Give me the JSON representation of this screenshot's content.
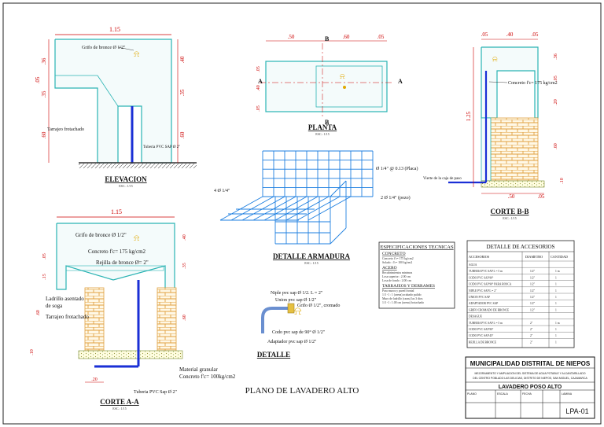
{
  "elevacion": {
    "title": "ELEVACION",
    "scale": "ESC.: 1/15",
    "dim_top": "1.15",
    "dims_left": [
      ".36",
      ".05",
      ".35",
      ".60"
    ],
    "dims_right": [
      ".40",
      ".35",
      ".60"
    ],
    "label_grifo": "Grifo de bronce Ø 1/2\"",
    "label_tarrajeo": "Tarrajeo frotachado",
    "label_tuberia": "Tuberia PVC SAP Ø 2\""
  },
  "planta": {
    "title": "PLANTA",
    "scale": "ESC.: 1/15",
    "dims_top": [
      ".50",
      ".60",
      ".05"
    ],
    "dims_left": [
      ".05",
      ".40",
      ".05"
    ],
    "cut_a": "A",
    "cut_b": "B"
  },
  "corte_bb": {
    "title": "CORTE B-B",
    "scale": "ESC.: 1/15",
    "dims_top": [
      ".05",
      ".40",
      ".05"
    ],
    "dims_bottom": [
      ".50",
      ".05"
    ],
    "dims_left": [
      "1.25"
    ],
    "dims_right": [
      ".36",
      ".05",
      ".20",
      ".60",
      ".10"
    ],
    "label_concreto": "Concreto f'c= 175 kg/cm2",
    "label_vierte": "Vierte de la caja de paso"
  },
  "armadura": {
    "title": "DETALLE ARMADURA",
    "scale": "ESC.: 1/15",
    "label_placa": "Ø 1/4\" @ 0.13 (Placa)",
    "label_pozo": "2 Ø 1/4\" (pozo)",
    "label_left": "4 Ø 1/4\""
  },
  "corte_aa": {
    "title": "CORTE A-A",
    "scale": "ESC.: 1/15",
    "dim_top": "1.15",
    "dim_bottom": ".20",
    "dims_left": [
      ".05",
      ".15",
      ".60",
      ".10"
    ],
    "dims_right": [
      ".40",
      ".35",
      ".60"
    ],
    "label_grifo": "Grifo de bronce Ø 1/2\"",
    "label_concreto": "Concreto f'c= 175 kg/cm2",
    "label_rejilla": "Rejilla de bronce Ø= 2\"",
    "label_ladrillo_1": "Ladrillo asentado",
    "label_ladrillo_2": "de soga",
    "label_tarrajeo": "Tarrajeo frotachado",
    "label_material": "Material granular",
    "label_concreto2": "Concreto f'c= 100kg/cm2",
    "label_tuberia": "Tuberia PVC Sap Ø 2\""
  },
  "detalle": {
    "title": "DETALLE",
    "label_niple": "Niple pvc sap Ø 1/2. L = 2\"",
    "label_union": "Union pvc sap Ø 1/2\"",
    "label_grifo": "Grifo Ø 1/2\", cromado",
    "label_codo": "Codo pvc sap de 90° Ø 1/2\"",
    "label_adaptador": "Adaptador pvc sap Ø 1/2\""
  },
  "specs": {
    "title": "ESPECIFICACIONES TECNICAS",
    "concreto_h": "CONCRETO",
    "concreto_1": "Concreto f'c= 175 kg/cm2",
    "concreto_2": "Solado : f'c= 100 kg/cm2",
    "acero_h": "ACERO",
    "acero_1": "Recubrimientos minimos",
    "acero_2": "Losa superior : 2.00 cm",
    "acero_3": "Losa de fondo : 2.00 cm",
    "tarrajeo_h": "TARRAJEOS Y DERRAMES",
    "tarrajeo_1": "Para muros y pared frontal",
    "tarrajeo_2": "1:5 -1 : 1 (arena) acabado pulido",
    "tarrajeo_3": "Muro de ladrillo (caras)  las 3 dios",
    "tarrajeo_4": "1:5 -1 : 1.00 cm (arena) frotachado"
  },
  "accesorios": {
    "title": "DETALLE DE ACCESORIOS",
    "headers": [
      "ACCESORIOS",
      "DIAMETRO",
      "CANTIDAD"
    ],
    "rows": [
      [
        "AGUA",
        "",
        ""
      ],
      [
        "TUBERIA PVC SAP L = 5 m",
        "1/2\"",
        "1 m"
      ],
      [
        "CODO PVC SAP 90°",
        "1/2\"",
        "1"
      ],
      [
        "CODO PVC SAP 90° PARA ROSCA",
        "1/2\"",
        "1"
      ],
      [
        "NIPLE PVC SAP L = 2\"",
        "1/2\"",
        "1"
      ],
      [
        "UNION PVC SAP",
        "1/2\"",
        "1"
      ],
      [
        "ADAPTADOR PVC SAP",
        "1/2\"",
        "1"
      ],
      [
        "GRIFO CROMADO DE BRONCE",
        "1/2\"",
        "1"
      ],
      [
        "DESAGUE",
        "",
        ""
      ],
      [
        "TUBERIA PVC SAP L = 5 m",
        "2\"",
        "1 m"
      ],
      [
        "CODO PVC SAP 90°",
        "2\"",
        "1"
      ],
      [
        "CODO PVC SAP 45°",
        "2\"",
        "1"
      ],
      [
        "REJILLA DE BRONCE",
        "2\"",
        "1"
      ]
    ]
  },
  "plano_title": "PLANO DE LAVADERO ALTO",
  "title_block": {
    "org": "MUNICIPALIDAD DISTRITAL DE NIEPOS",
    "project_1": "MEJORAMIENTO Y AMPLIACION DEL SISTEMA DE AGUA POTABLE Y ALCANTARILLADO",
    "project_2": "DEL CENTRO POBLADO LAS DELICIAS, DISTRITO DE NIEPOS, SAN MIGUEL, CAJAMARCA",
    "plan": "LAVADERO POSO ALTO",
    "sheet": "LPA-01",
    "c1": "PLANO",
    "c2": "ESCALA",
    "c3": "FECHA",
    "c4": "LAMINA"
  }
}
